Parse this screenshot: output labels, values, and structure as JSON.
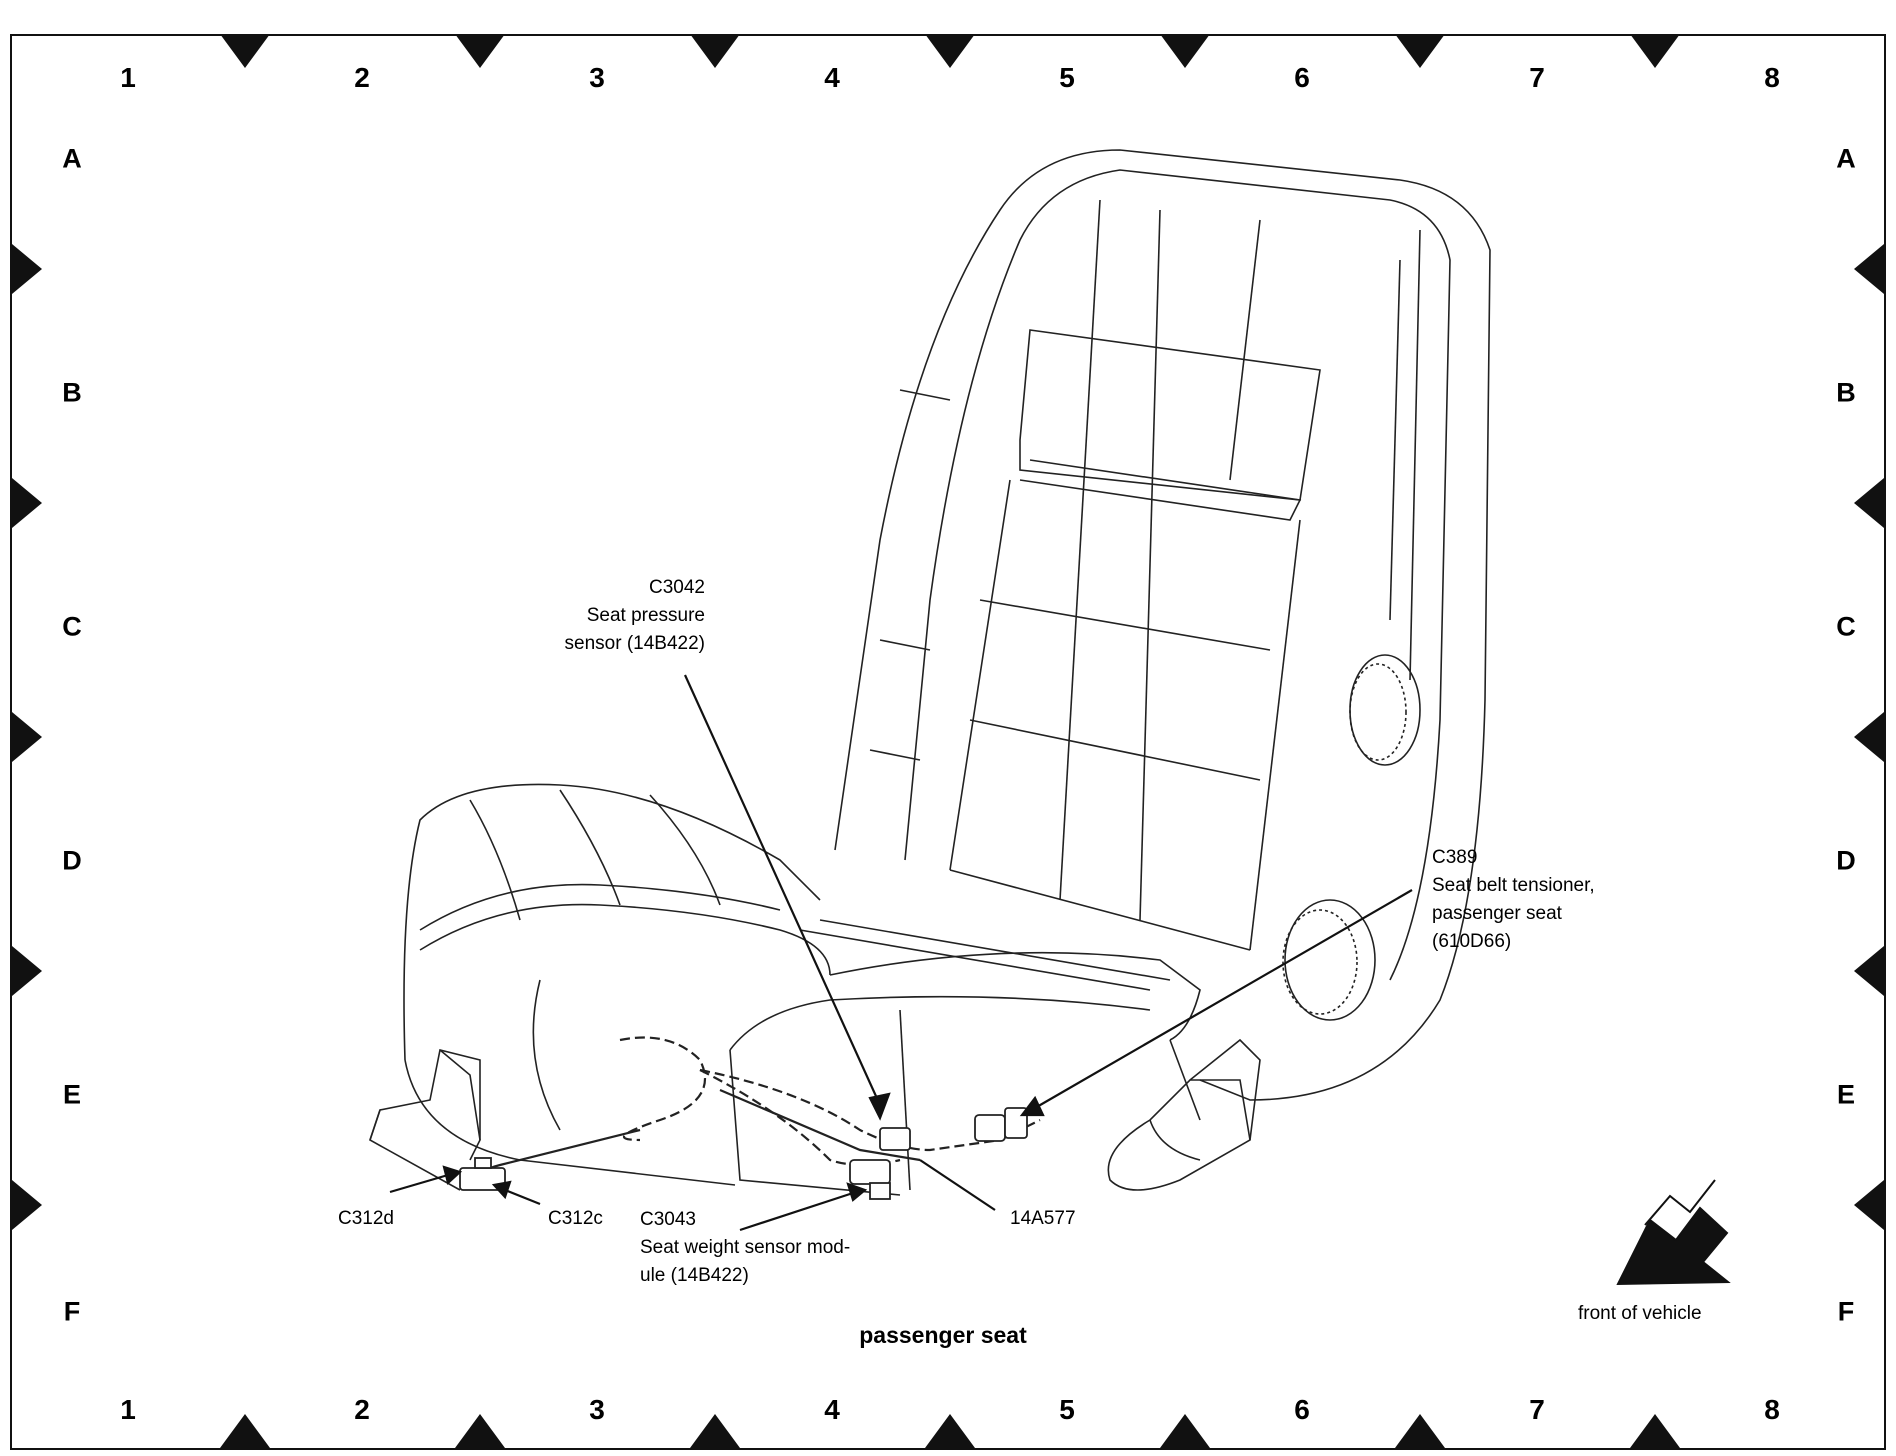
{
  "grid": {
    "columns": [
      "1",
      "2",
      "3",
      "4",
      "5",
      "6",
      "7",
      "8"
    ],
    "rows": [
      "A",
      "B",
      "C",
      "D",
      "E",
      "F"
    ]
  },
  "labels": {
    "c3042": {
      "id": "C3042",
      "line1": "Seat pressure",
      "line2": "sensor (14B422)"
    },
    "c389": {
      "id": "C389",
      "line1": "Seat belt tensioner,",
      "line2": "passenger seat",
      "line3": "(610D66)"
    },
    "c3043": {
      "id": "C3043",
      "line1": "Seat weight sensor mod-",
      "line2": "ule (14B422)"
    },
    "c312d": "C312d",
    "c312c": "C312c",
    "harness": "14A577",
    "front": "front of vehicle",
    "caption": "passenger seat"
  }
}
